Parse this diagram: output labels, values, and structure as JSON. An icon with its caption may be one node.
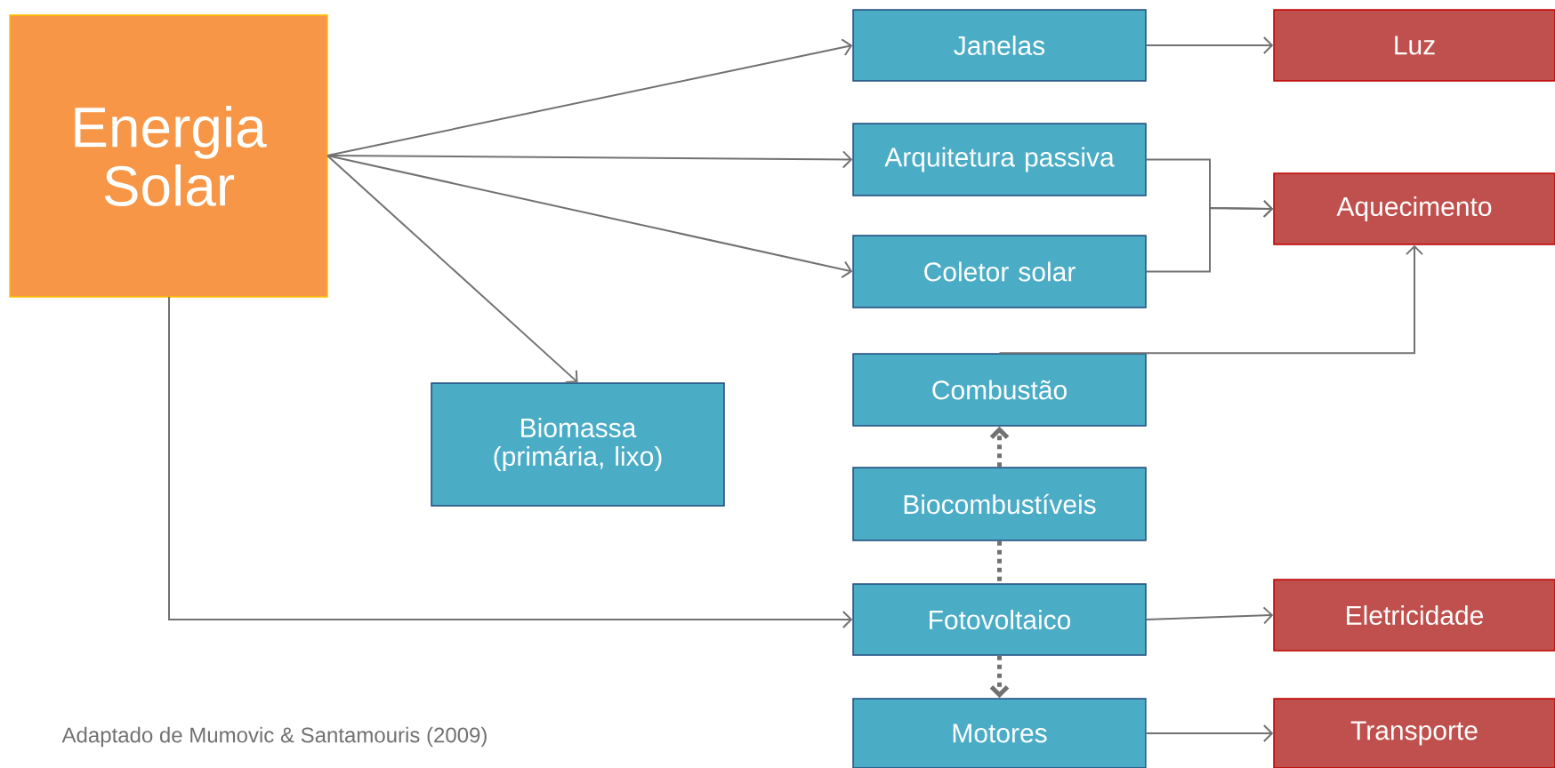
{
  "diagram": {
    "nodes": [
      {
        "text": [
          "Energia Solar"
        ]
      },
      {
        "text": [
          "Janelas"
        ]
      },
      {
        "text": [
          "Arquitetura passiva"
        ]
      },
      {
        "text": [
          "Coletor solar"
        ]
      },
      {
        "text": [
          "Combustão"
        ]
      },
      {
        "text": [
          "Biomassa (primária, lixo)"
        ]
      },
      {
        "text": [
          "Biocombustíveis"
        ]
      },
      {
        "text": [
          "Fotovoltaico"
        ]
      },
      {
        "text": [
          "Motores"
        ]
      },
      {
        "text": [
          "Luz"
        ]
      },
      {
        "text": [
          "Aquecimento"
        ]
      },
      {
        "text": [
          "Eletricidade"
        ]
      },
      {
        "text": [
          "Transporte"
        ]
      }
    ],
    "edges": [
      {
        "from": 0,
        "to": 1,
        "arrow": "to"
      },
      {
        "from": 0,
        "to": 2,
        "arrow": "to"
      },
      {
        "from": 0,
        "to": 3,
        "arrow": "to"
      },
      {
        "from": 0,
        "to": 5,
        "arrow": "to"
      },
      {
        "from": 0,
        "to": 7,
        "arrow": "to"
      },
      {
        "from": 1,
        "to": 9,
        "arrow": "to"
      },
      {
        "from": 2,
        "to": 10,
        "arrow": "to"
      },
      {
        "from": 3,
        "to": 10,
        "arrow": "to"
      },
      {
        "from": 4,
        "to": 10,
        "arrow": "to"
      },
      {
        "from": 6,
        "to": 4,
        "arrow": "to",
        "style": "dashed"
      },
      {
        "from": 6,
        "to": 7,
        "arrow": "none",
        "style": "dashed"
      },
      {
        "from": 7,
        "to": 8,
        "arrow": "to",
        "style": "dashed"
      },
      {
        "from": 7,
        "to": 11,
        "arrow": "to"
      },
      {
        "from": 8,
        "to": 12,
        "arrow": "to"
      }
    ],
    "labels": [
      "Adaptado de Mumovic & Santamouris (2009)"
    ]
  }
}
